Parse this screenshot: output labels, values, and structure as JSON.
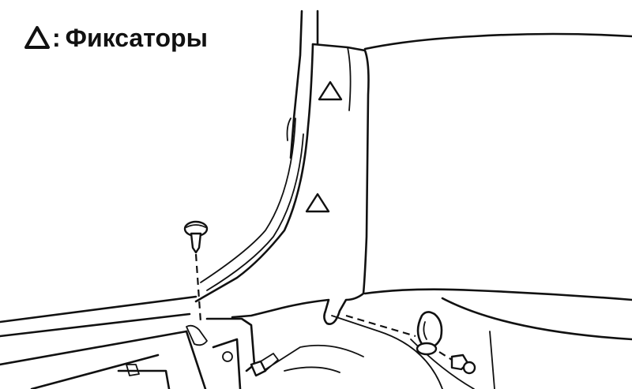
{
  "legend": {
    "symbol": "triangle-marker",
    "separator": ":",
    "label": "Фиксаторы"
  },
  "markers": [
    {
      "name": "retainer-marker-upper",
      "symbol": "triangle-marker"
    },
    {
      "name": "retainer-marker-lower",
      "symbol": "triangle-marker"
    }
  ],
  "colors": {
    "ink": "#111111",
    "paper": "#ffffff"
  }
}
